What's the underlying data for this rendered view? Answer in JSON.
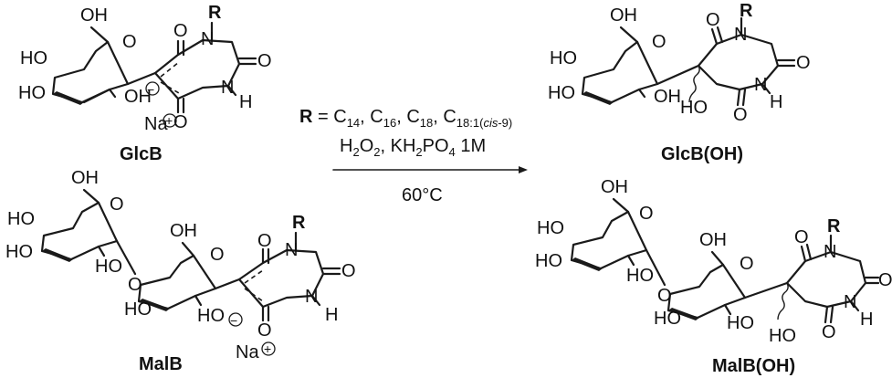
{
  "labels": {
    "oh": "OH",
    "ho": "HO",
    "o": "O",
    "n": "N",
    "h": "H",
    "r": "R",
    "na": "Na",
    "plus": "+",
    "minus": "−"
  },
  "compounds": {
    "glcb": "GlcB",
    "glcb_oh": "GlcB(OH)",
    "malb": "MalB",
    "malb_oh": "MalB(OH)"
  },
  "conditions": {
    "r_label": "R",
    "r_eq": " = C",
    "r_subs": [
      "14",
      "16",
      "18",
      "18:1("
    ],
    "r_cis": "cis",
    "r_cis_tail": "-9)",
    "reagent_h2o2": "H",
    "reagent_sub2": "2",
    "reagent_o": "O",
    "reagent_kh2po4": "KH",
    "reagent_po": "PO",
    "reagent_sub4": "4",
    "reagent_conc": "1M",
    "temperature": "60°C"
  }
}
